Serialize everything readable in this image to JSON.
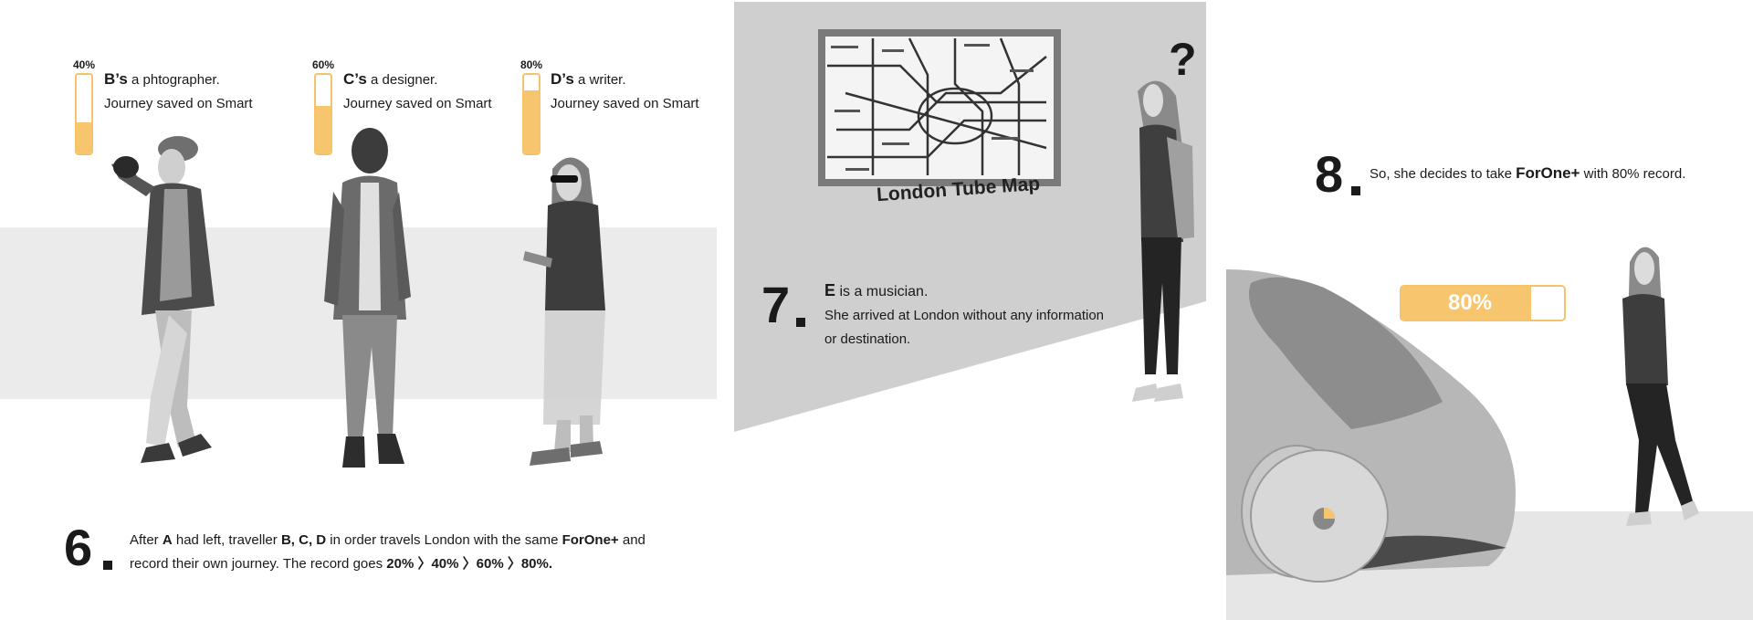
{
  "colors": {
    "accent": "#f7c56e",
    "accent_border": "#f5c46a",
    "band": "#ebebeb",
    "wall": "#cfcfcf",
    "ink": "#1a1a1a"
  },
  "panel6": {
    "step_number": "6",
    "travellers": [
      {
        "percent_label": "40%",
        "level": 0.4,
        "name": "B",
        "apostrophe_s": "’s",
        "role": " a phtographer.",
        "line2": "Journey saved on Smart"
      },
      {
        "percent_label": "60%",
        "level": 0.6,
        "name": "C",
        "apostrophe_s": "’s",
        "role": " a designer.",
        "line2": "Journey saved on Smart"
      },
      {
        "percent_label": "80%",
        "level": 0.8,
        "name": "D",
        "apostrophe_s": "’s",
        "role": " a writer.",
        "line2": "Journey saved on Smart"
      }
    ],
    "caption": {
      "l1_a": "After ",
      "l1_b": "A",
      "l1_c": " had left, traveller ",
      "l1_d": "B,  C,  D",
      "l1_e": " in order travels London with the same ",
      "l1_f": "ForOne+",
      "l1_g": " and",
      "l2_a": "record their own journey. The record goes ",
      "l2_b": "20% 〉40% 〉60% 〉80%."
    }
  },
  "panel7": {
    "step_number": "7",
    "map_title": "London Tube Map",
    "question_mark": "?",
    "name": "E",
    "role": " is a musician.",
    "line2": "She arrived at London without any information",
    "line3": "or destination."
  },
  "panel8": {
    "step_number": "8",
    "text_a": "So, she decides to take ",
    "text_b": "ForOne+",
    "text_c": " with 80% record.",
    "record_label": "80%",
    "record_level": 0.8
  }
}
